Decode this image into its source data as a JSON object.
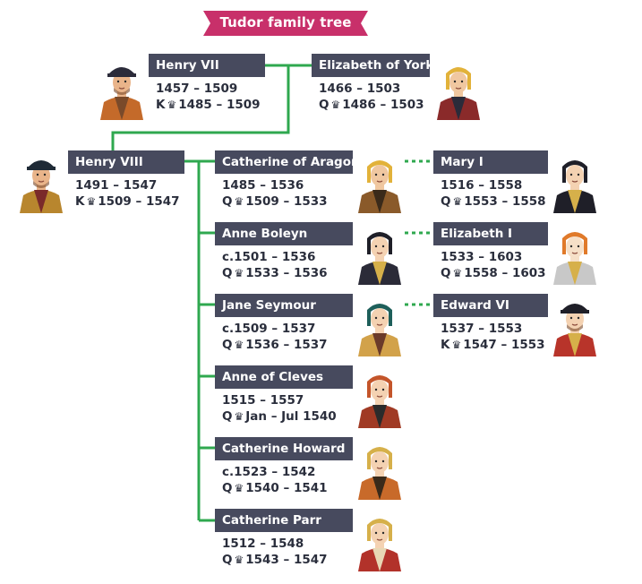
{
  "title": "Tudor family tree",
  "colors": {
    "banner": "#c8306a",
    "box": "#474a5e",
    "line": "#2fa84f"
  },
  "people": [
    {
      "id": "henry-vii",
      "name": "Henry VII",
      "lifespan": "1457 – 1509",
      "title_letter": "K",
      "reign": "1485 – 1509",
      "portrait": "king-portrait"
    },
    {
      "id": "elizabeth-of-york",
      "name": "Elizabeth of York",
      "lifespan": "1466 – 1503",
      "title_letter": "Q",
      "reign": "1486 – 1503",
      "portrait": "queen-portrait"
    },
    {
      "id": "henry-viii",
      "name": "Henry VIII",
      "lifespan": "1491 – 1547",
      "title_letter": "K",
      "reign": "1509 – 1547",
      "portrait": "king-portrait"
    },
    {
      "id": "catherine-of-aragon",
      "name": "Catherine of Aragon",
      "lifespan": "1485 – 1536",
      "title_letter": "Q",
      "reign": "1509 – 1533",
      "portrait": "queen-portrait"
    },
    {
      "id": "anne-boleyn",
      "name": "Anne Boleyn",
      "lifespan": "c.1501 – 1536",
      "title_letter": "Q",
      "reign": "1533 – 1536",
      "portrait": "queen-portrait"
    },
    {
      "id": "jane-seymour",
      "name": "Jane Seymour",
      "lifespan": "c.1509 – 1537",
      "title_letter": "Q",
      "reign": "1536 – 1537",
      "portrait": "queen-portrait"
    },
    {
      "id": "anne-of-cleves",
      "name": "Anne of Cleves",
      "lifespan": "1515 – 1557",
      "title_letter": "Q",
      "reign": "Jan – Jul 1540",
      "portrait": "queen-portrait"
    },
    {
      "id": "catherine-howard",
      "name": "Catherine Howard",
      "lifespan": "c.1523 – 1542",
      "title_letter": "Q",
      "reign": "1540 – 1541",
      "portrait": "queen-portrait"
    },
    {
      "id": "catherine-parr",
      "name": "Catherine Parr",
      "lifespan": "1512 – 1548",
      "title_letter": "Q",
      "reign": "1543 – 1547",
      "portrait": "queen-portrait"
    },
    {
      "id": "mary-i",
      "name": "Mary I",
      "lifespan": "1516 – 1558",
      "title_letter": "Q",
      "reign": "1553 – 1558",
      "portrait": "queen-portrait"
    },
    {
      "id": "elizabeth-i",
      "name": "Elizabeth I",
      "lifespan": "1533 – 1603",
      "title_letter": "Q",
      "reign": "1558 – 1603",
      "portrait": "queen-portrait"
    },
    {
      "id": "edward-vi",
      "name": "Edward VI",
      "lifespan": "1537 – 1553",
      "title_letter": "K",
      "reign": "1547 – 1553",
      "portrait": "king-portrait"
    }
  ],
  "relations": [
    {
      "type": "marriage",
      "from": "henry-vii",
      "to": "elizabeth-of-york"
    },
    {
      "type": "child",
      "from": "henry-vii+elizabeth-of-york",
      "to": "henry-viii"
    },
    {
      "type": "marriage",
      "from": "henry-viii",
      "to": "catherine-of-aragon"
    },
    {
      "type": "marriage",
      "from": "henry-viii",
      "to": "anne-boleyn"
    },
    {
      "type": "marriage",
      "from": "henry-viii",
      "to": "jane-seymour"
    },
    {
      "type": "marriage",
      "from": "henry-viii",
      "to": "anne-of-cleves"
    },
    {
      "type": "marriage",
      "from": "henry-viii",
      "to": "catherine-howard"
    },
    {
      "type": "marriage",
      "from": "henry-viii",
      "to": "catherine-parr"
    },
    {
      "type": "child",
      "from": "catherine-of-aragon",
      "to": "mary-i"
    },
    {
      "type": "child",
      "from": "anne-boleyn",
      "to": "elizabeth-i"
    },
    {
      "type": "child",
      "from": "jane-seymour",
      "to": "edward-vi"
    }
  ]
}
